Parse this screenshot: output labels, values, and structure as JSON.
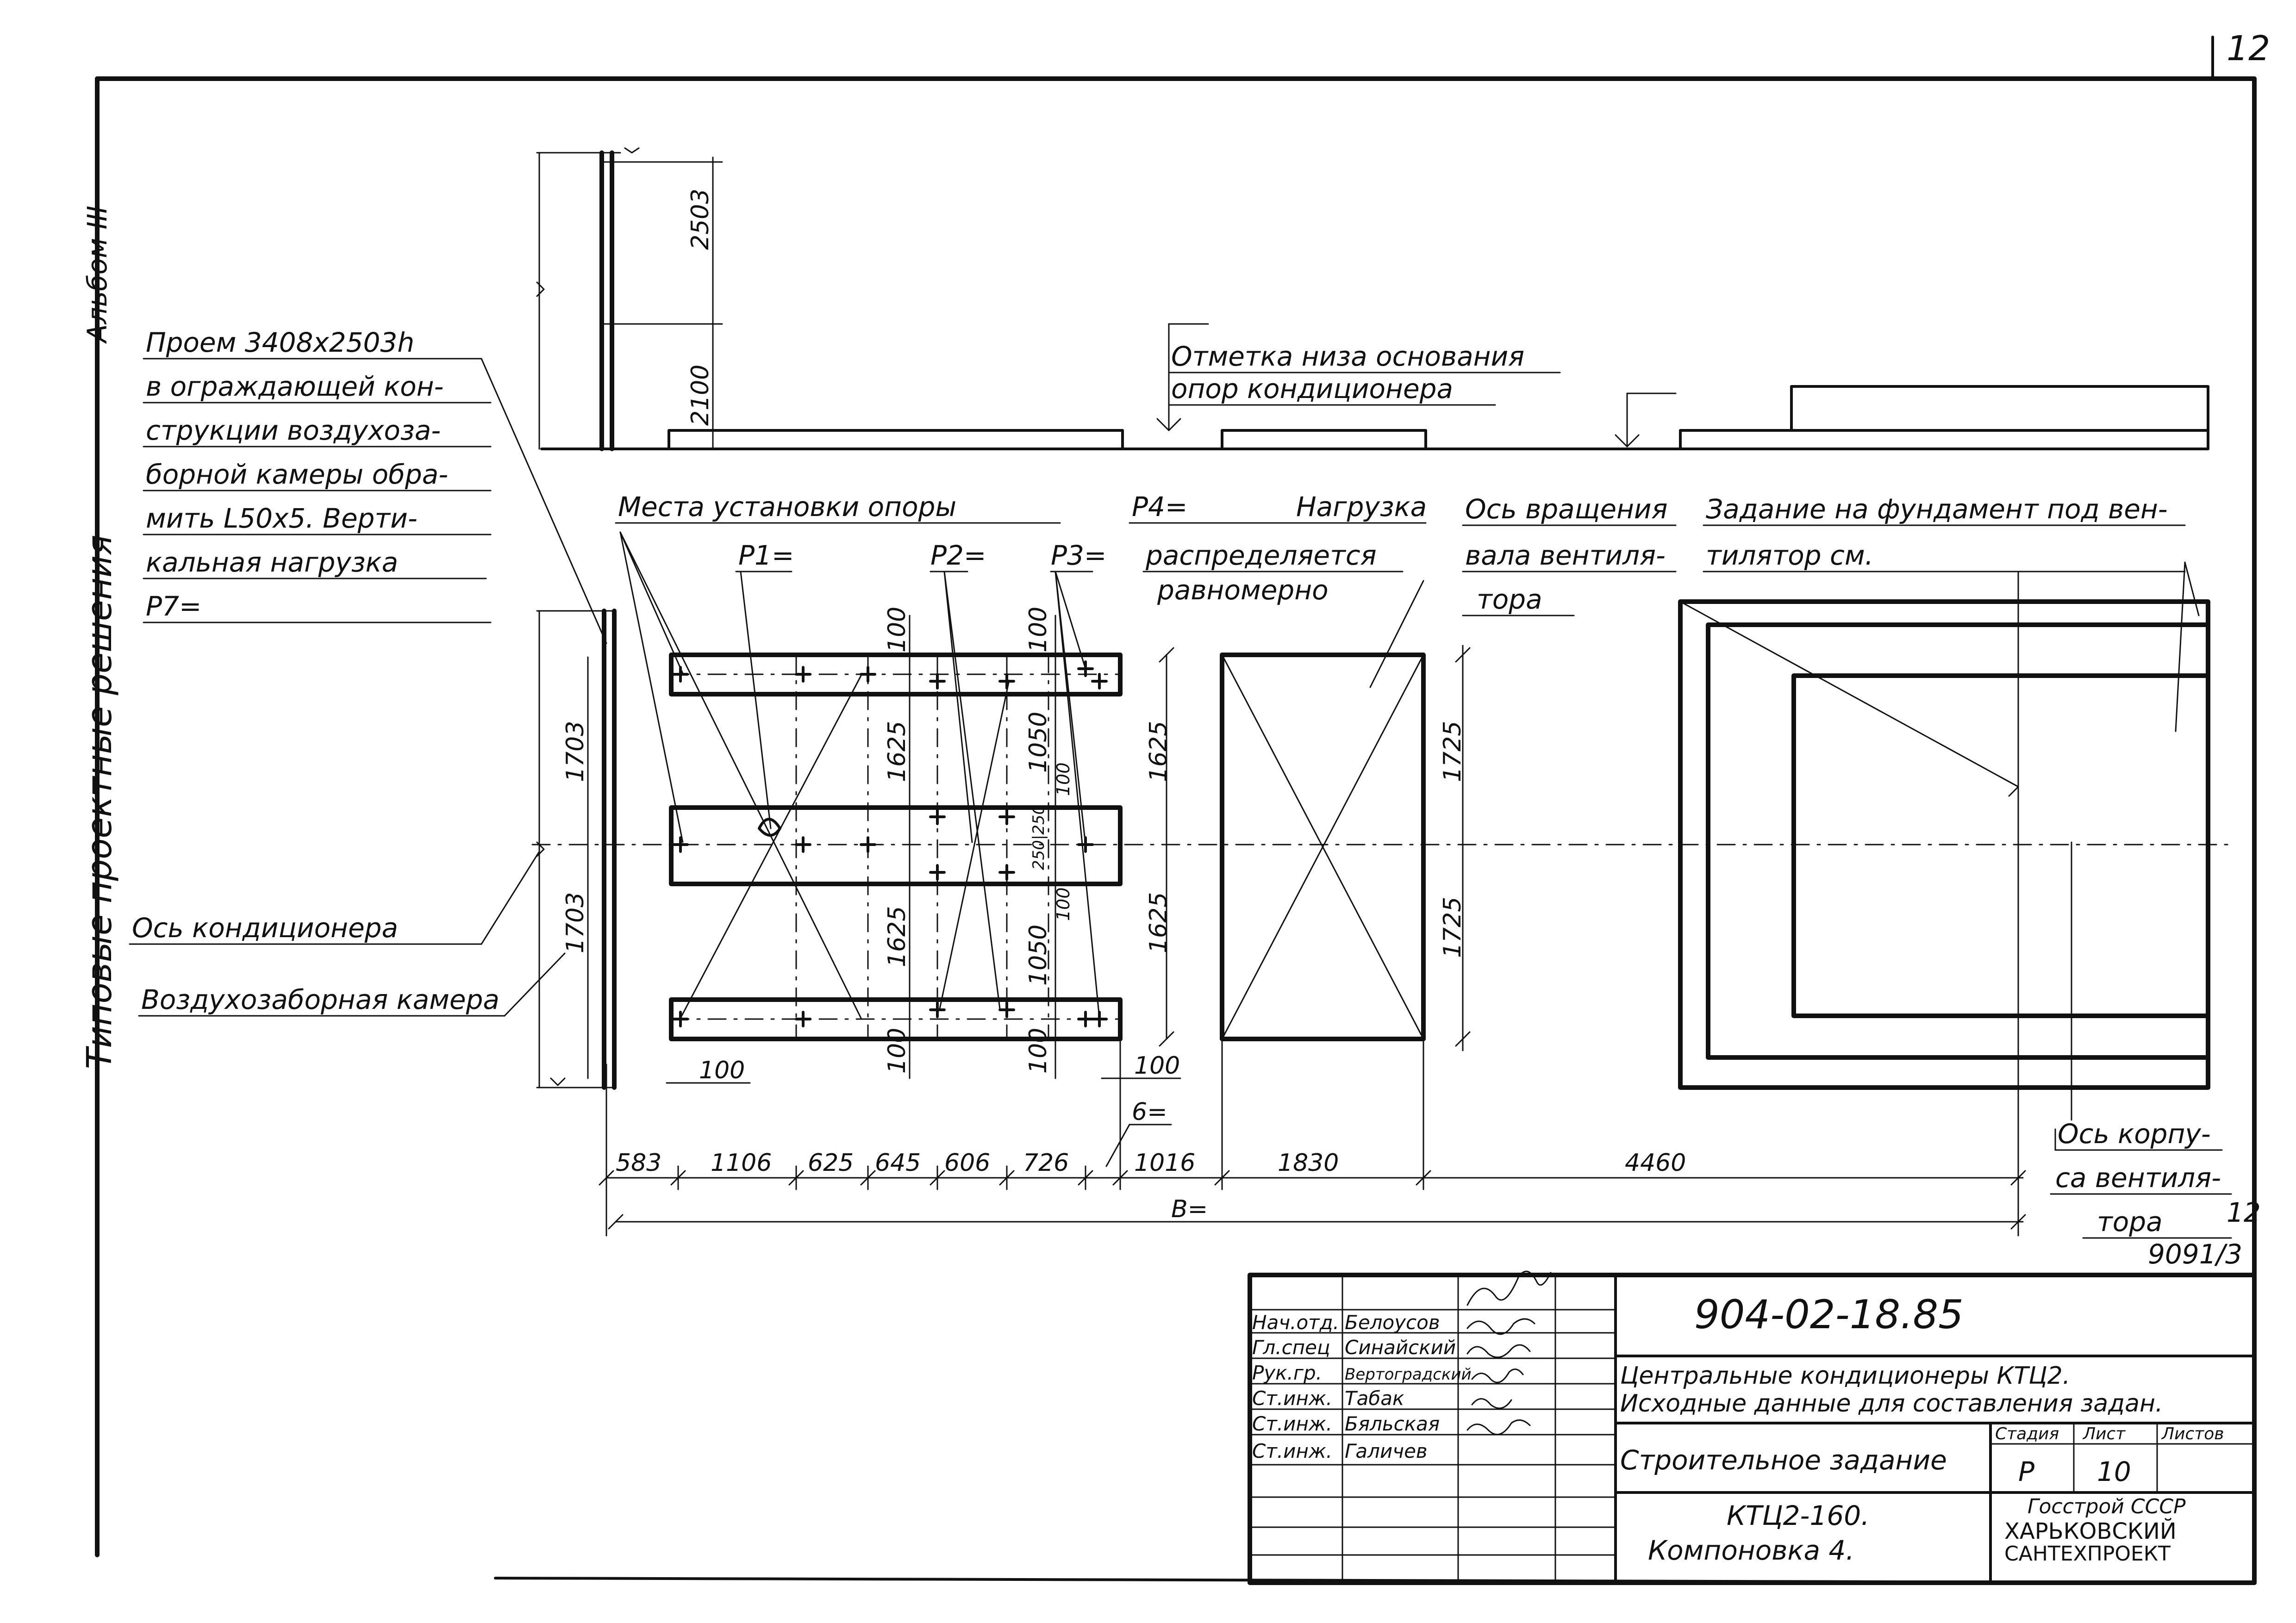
{
  "page_number": "12",
  "side_titles": {
    "album": "Альбом III",
    "series": "Типовые проектные решения"
  },
  "notes": {
    "opening": [
      "Проем 3408x2503h",
      "в ограждающей кон-",
      "струкции воздухоза-",
      "борной камеры обра-",
      "мить L50x5. Верти-",
      "кальная нагрузка",
      "P7="
    ],
    "elevation_mark": [
      "Отметка низа основания",
      "опор кондиционера"
    ],
    "support_places": "Места установки опоры",
    "load_p4": [
      "P4=",
      "Нагрузка",
      "распределяется",
      "равномерно"
    ],
    "rotation_axis": [
      "Ось вращения",
      "вала вентиля-",
      "тора"
    ],
    "foundation_task": [
      "Задание на фундамент под вен-",
      "тилятор см."
    ],
    "conditioner_axis": "Ось кондиционера",
    "intake_chamber": "Воздухозаборная камера",
    "fan_body_axis": [
      "Ось корпу-",
      "са вентиля-",
      "тора"
    ],
    "ref_sheet": "12",
    "ref_number": "9091/3",
    "b_label": "B=",
    "b_value": "6="
  },
  "loads": {
    "p1": "P1=",
    "p2": "P2=",
    "p3": "P3="
  },
  "dimensions": {
    "elev_2503": "2503",
    "elev_2100": "2100",
    "v_1703_top": "1703",
    "v_1703_bot": "1703",
    "v_100_a": "100",
    "v_1625_a": "1625",
    "v_1625_b": "1625",
    "v_100_b": "100",
    "v_100_c": "100",
    "v_1050_a": "1050",
    "v_100_d": "100",
    "v_250": "250|250",
    "v_1050_b": "1050",
    "v_100_e": "100",
    "v_100_f": "100",
    "v_1625_c": "1625",
    "v_1625_d": "1625",
    "v_1725_a": "1725",
    "v_1725_b": "1725",
    "h_100_a": "100",
    "h_100_b": "100",
    "bottom_chain": [
      "583",
      "1106",
      "625",
      "645",
      "606",
      "726",
      "1016",
      "1830",
      "4460"
    ]
  },
  "title_block": {
    "doc_number": "904-02-18.85",
    "title_line1": "Центральные кондиционеры КТЦ2.",
    "title_line2": "Исходные данные для составления задан.",
    "subject": "Строительное задание",
    "stage_header": "Стадия",
    "sheet_header": "Лист",
    "sheets_header": "Листов",
    "stage": "Р",
    "sheet": "10",
    "sheets": "",
    "variant_line1": "КТЦ2-160.",
    "variant_line2": "Компоновка 4.",
    "org_line1": "Госстрой СССР",
    "org_line2": "ХАРЬКОВСКИЙ",
    "org_line3": "САНТЕХПРОЕКТ",
    "staff": [
      {
        "role": "Нач.отд.",
        "name": "Белоусов"
      },
      {
        "role": "Гл.спец",
        "name": "Синайский"
      },
      {
        "role": "Рук.гр.",
        "name": "Вертоградский"
      },
      {
        "role": "Ст.инж.",
        "name": "Табак"
      },
      {
        "role": "Ст.инж.",
        "name": "Бяльская"
      },
      {
        "role": "Ст.инж.",
        "name": "Галичев"
      }
    ]
  }
}
